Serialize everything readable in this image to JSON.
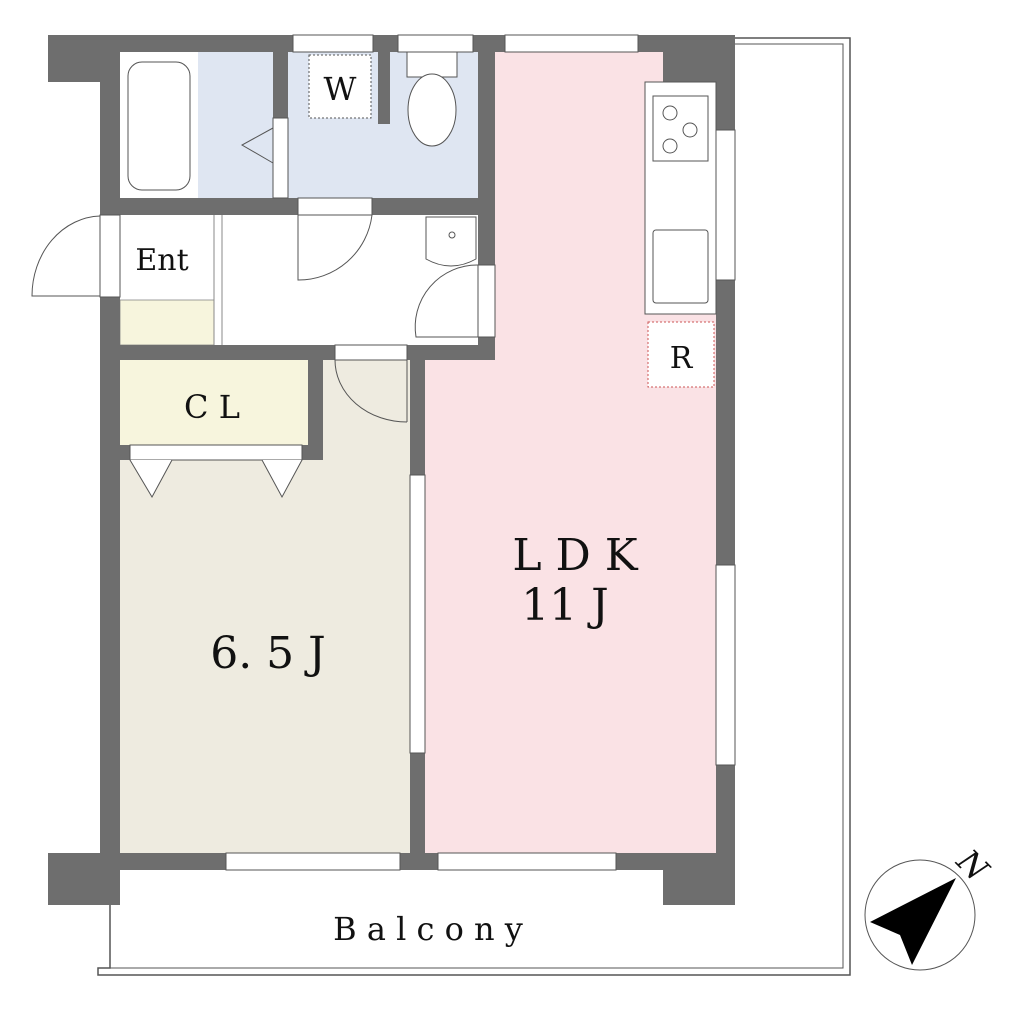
{
  "rooms": {
    "washroom": "W",
    "entrance": "Ent",
    "closet": "C L",
    "ldk_name": "L D K",
    "ldk_size": "11 J",
    "bedroom_size": "6. 5 J",
    "refrigerator": "R",
    "balcony": "B a l c o n y"
  },
  "compass": {
    "label": "N"
  },
  "colors": {
    "wall": "#6e6e6e",
    "bath": "#dfe6f2",
    "ldk": "#fae2e5",
    "bedroom": "#eeebe0",
    "closet": "#f7f5dd"
  }
}
